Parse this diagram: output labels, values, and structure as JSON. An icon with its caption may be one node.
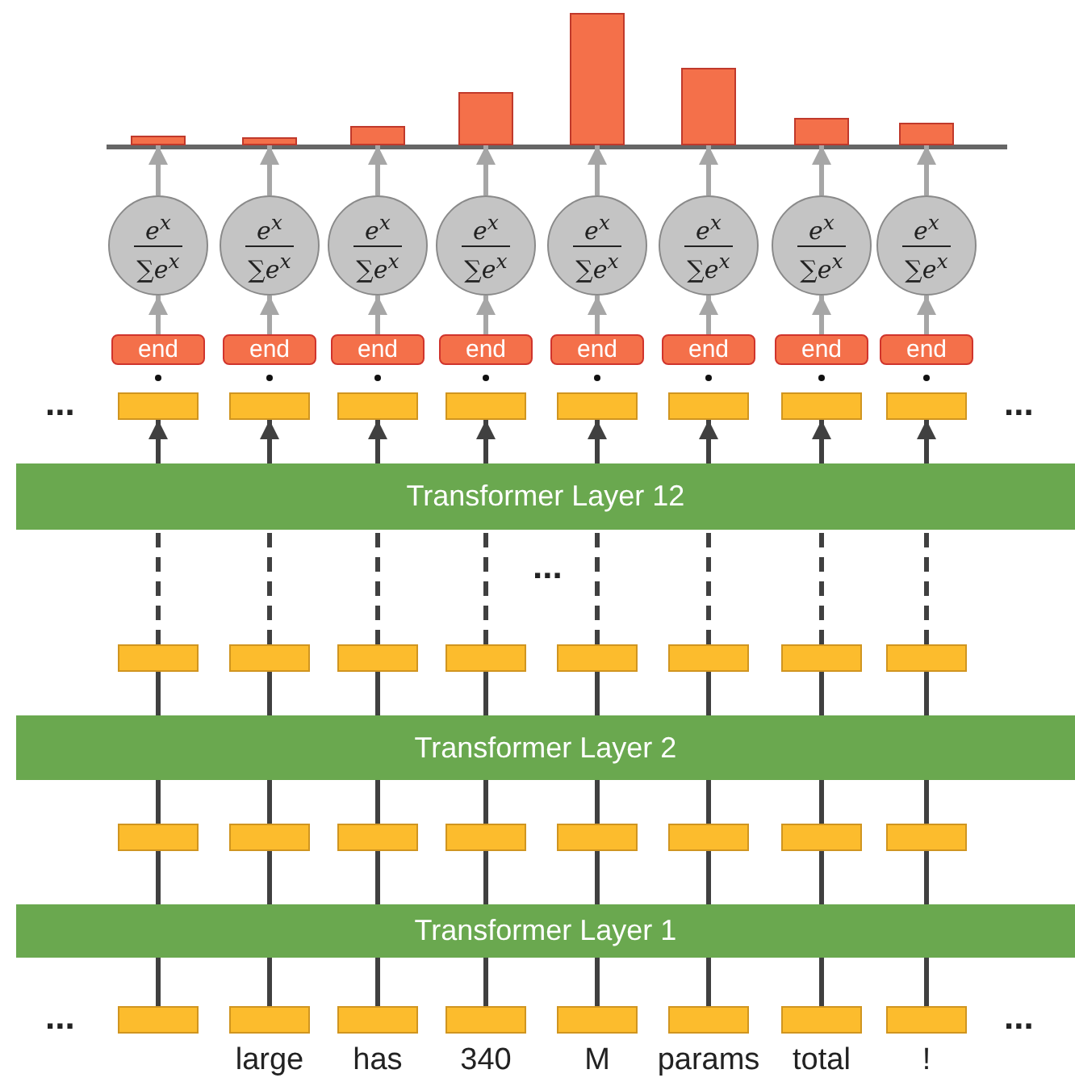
{
  "diagram": {
    "nodes": [
      {
        "text": [],
        "shape": "bar"
      },
      {
        "text": [],
        "shape": "bar"
      },
      {
        "text": [],
        "shape": "bar"
      },
      {
        "text": [],
        "shape": "bar"
      },
      {
        "text": [],
        "shape": "bar"
      },
      {
        "text": [],
        "shape": "bar"
      },
      {
        "text": [],
        "shape": "bar"
      },
      {
        "text": [],
        "shape": "bar"
      },
      {
        "text": [
          "e$^{x}$",
          "∑e$^{x}$"
        ]
      },
      {
        "text": [
          "e$^{x}$",
          "∑e$^{x}$"
        ]
      },
      {
        "text": [
          "e$^{x}$",
          "∑e$^{x}$"
        ]
      },
      {
        "text": [
          "e$^{x}$",
          "∑e$^{x}$"
        ]
      },
      {
        "text": [
          "e$^{x}$",
          "∑e$^{x}$"
        ]
      },
      {
        "text": [
          "e$^{x}$",
          "∑e$^{x}$"
        ]
      },
      {
        "text": [
          "e$^{x}$",
          "∑e$^{x}$"
        ]
      },
      {
        "text": [
          "e$^{x}$",
          "∑e$^{x}$"
        ]
      },
      {
        "text": [
          "end"
        ]
      },
      {
        "text": [
          "end"
        ]
      },
      {
        "text": [
          "end"
        ]
      },
      {
        "text": [
          "end"
        ]
      },
      {
        "text": [
          "end"
        ]
      },
      {
        "text": [
          "end"
        ]
      },
      {
        "text": [
          "end"
        ]
      },
      {
        "text": [
          "end"
        ]
      },
      {
        "text": [],
        "shape": "box"
      },
      {
        "text": [],
        "shape": "box"
      },
      {
        "text": [],
        "shape": "box"
      },
      {
        "text": [],
        "shape": "box"
      },
      {
        "text": [],
        "shape": "box"
      },
      {
        "text": [],
        "shape": "box"
      },
      {
        "text": [],
        "shape": "box"
      },
      {
        "text": [],
        "shape": "box"
      },
      {
        "text": [
          "Transformer Layer 12"
        ]
      },
      {
        "text": [],
        "shape": "box"
      },
      {
        "text": [],
        "shape": "box"
      },
      {
        "text": [],
        "shape": "box"
      },
      {
        "text": [],
        "shape": "box"
      },
      {
        "text": [],
        "shape": "box"
      },
      {
        "text": [],
        "shape": "box"
      },
      {
        "text": [],
        "shape": "box"
      },
      {
        "text": [],
        "shape": "box"
      },
      {
        "text": [
          "Transformer Layer 2"
        ]
      },
      {
        "text": [],
        "shape": "box"
      },
      {
        "text": [],
        "shape": "box"
      },
      {
        "text": [],
        "shape": "box"
      },
      {
        "text": [],
        "shape": "box"
      },
      {
        "text": [],
        "shape": "box"
      },
      {
        "text": [],
        "shape": "box"
      },
      {
        "text": [],
        "shape": "box"
      },
      {
        "text": [],
        "shape": "box"
      },
      {
        "text": [
          "Transformer Layer 1"
        ]
      },
      {
        "text": [],
        "shape": "box"
      },
      {
        "text": [],
        "shape": "box",
        "beside": [
          "large"
        ]
      },
      {
        "text": [],
        "shape": "box",
        "beside": [
          "has"
        ]
      },
      {
        "text": [],
        "shape": "box",
        "beside": [
          "340"
        ]
      },
      {
        "text": [],
        "shape": "box",
        "beside": [
          "M"
        ]
      },
      {
        "text": [],
        "shape": "box",
        "beside": [
          "params"
        ]
      },
      {
        "text": [],
        "shape": "box",
        "beside": [
          "total"
        ]
      },
      {
        "text": [],
        "shape": "box",
        "beside": [
          "!"
        ]
      }
    ],
    "edges": [
      {
        "from": 51,
        "to": 50,
        "arrow": "none"
      },
      {
        "from": 52,
        "to": 50,
        "arrow": "none"
      },
      {
        "from": 53,
        "to": 50,
        "arrow": "none"
      },
      {
        "from": 54,
        "to": 50,
        "arrow": "none"
      },
      {
        "from": 55,
        "to": 50,
        "arrow": "none"
      },
      {
        "from": 56,
        "to": 50,
        "arrow": "none"
      },
      {
        "from": 57,
        "to": 50,
        "arrow": "none"
      },
      {
        "from": 58,
        "to": 50,
        "arrow": "none"
      },
      {
        "from": 50,
        "to": 42,
        "arrow": "none"
      },
      {
        "from": 50,
        "to": 43,
        "arrow": "none"
      },
      {
        "from": 50,
        "to": 44,
        "arrow": "none"
      },
      {
        "from": 50,
        "to": 45,
        "arrow": "none"
      },
      {
        "from": 50,
        "to": 46,
        "arrow": "none"
      },
      {
        "from": 50,
        "to": 47,
        "arrow": "none"
      },
      {
        "from": 50,
        "to": 48,
        "arrow": "none"
      },
      {
        "from": 50,
        "to": 49,
        "arrow": "none"
      },
      {
        "from": 42,
        "to": 41,
        "arrow": "none"
      },
      {
        "from": 43,
        "to": 41,
        "arrow": "none"
      },
      {
        "from": 44,
        "to": 41,
        "arrow": "none"
      },
      {
        "from": 45,
        "to": 41,
        "arrow": "none"
      },
      {
        "from": 46,
        "to": 41,
        "arrow": "none"
      },
      {
        "from": 47,
        "to": 41,
        "arrow": "none"
      },
      {
        "from": 48,
        "to": 41,
        "arrow": "none"
      },
      {
        "from": 49,
        "to": 41,
        "arrow": "none"
      },
      {
        "from": 41,
        "to": 33,
        "arrow": "none"
      },
      {
        "from": 41,
        "to": 34,
        "arrow": "none"
      },
      {
        "from": 41,
        "to": 35,
        "arrow": "none"
      },
      {
        "from": 41,
        "to": 36,
        "arrow": "none"
      },
      {
        "from": 41,
        "to": 37,
        "arrow": "none"
      },
      {
        "from": 41,
        "to": 38,
        "arrow": "none"
      },
      {
        "from": 41,
        "to": 39,
        "arrow": "none"
      },
      {
        "from": 41,
        "to": 40,
        "arrow": "none"
      },
      {
        "from": 33,
        "to": 32,
        "arrow": "none",
        "style": "dashed"
      },
      {
        "from": 34,
        "to": 32,
        "arrow": "none",
        "style": "dashed"
      },
      {
        "from": 35,
        "to": 32,
        "arrow": "none",
        "style": "dashed"
      },
      {
        "from": 36,
        "to": 32,
        "arrow": "none",
        "style": "dashed"
      },
      {
        "from": 37,
        "to": 32,
        "arrow": "none",
        "style": "dashed"
      },
      {
        "from": 38,
        "to": 32,
        "arrow": "none",
        "style": "dashed"
      },
      {
        "from": 39,
        "to": 32,
        "arrow": "none",
        "style": "dashed"
      },
      {
        "from": 40,
        "to": 32,
        "arrow": "none",
        "style": "dashed"
      },
      {
        "from": 32,
        "to": 24,
        "arrow": "to"
      },
      {
        "from": 32,
        "to": 25,
        "arrow": "to"
      },
      {
        "from": 32,
        "to": 26,
        "arrow": "to"
      },
      {
        "from": 32,
        "to": 27,
        "arrow": "to"
      },
      {
        "from": 32,
        "to": 28,
        "arrow": "to"
      },
      {
        "from": 32,
        "to": 29,
        "arrow": "to"
      },
      {
        "from": 32,
        "to": 30,
        "arrow": "to"
      },
      {
        "from": 32,
        "to": 31,
        "arrow": "to"
      },
      {
        "from": 16,
        "to": 8,
        "arrow": "to",
        "color": "#a6a6a6"
      },
      {
        "from": 17,
        "to": 9,
        "arrow": "to",
        "color": "#a6a6a6"
      },
      {
        "from": 18,
        "to": 10,
        "arrow": "to",
        "color": "#a6a6a6"
      },
      {
        "from": 19,
        "to": 11,
        "arrow": "to",
        "color": "#a6a6a6"
      },
      {
        "from": 20,
        "to": 12,
        "arrow": "to",
        "color": "#a6a6a6"
      },
      {
        "from": 21,
        "to": 13,
        "arrow": "to",
        "color": "#a6a6a6"
      },
      {
        "from": 22,
        "to": 14,
        "arrow": "to",
        "color": "#a6a6a6"
      },
      {
        "from": 23,
        "to": 15,
        "arrow": "to",
        "color": "#a6a6a6"
      },
      {
        "from": 8,
        "to": 0,
        "arrow": "to",
        "color": "#a6a6a6"
      },
      {
        "from": 9,
        "to": 1,
        "arrow": "to",
        "color": "#a6a6a6"
      },
      {
        "from": 10,
        "to": 2,
        "arrow": "to",
        "color": "#a6a6a6"
      },
      {
        "from": 11,
        "to": 3,
        "arrow": "to",
        "color": "#a6a6a6"
      },
      {
        "from": 12,
        "to": 4,
        "arrow": "to",
        "color": "#a6a6a6"
      },
      {
        "from": 13,
        "to": 5,
        "arrow": "to",
        "color": "#a6a6a6"
      },
      {
        "from": 14,
        "to": 6,
        "arrow": "to",
        "color": "#a6a6a6"
      },
      {
        "from": 15,
        "to": 7,
        "arrow": "to",
        "color": "#a6a6a6"
      }
    ],
    "labels": [
      "...",
      "...",
      "...",
      "...",
      "..."
    ]
  }
}
